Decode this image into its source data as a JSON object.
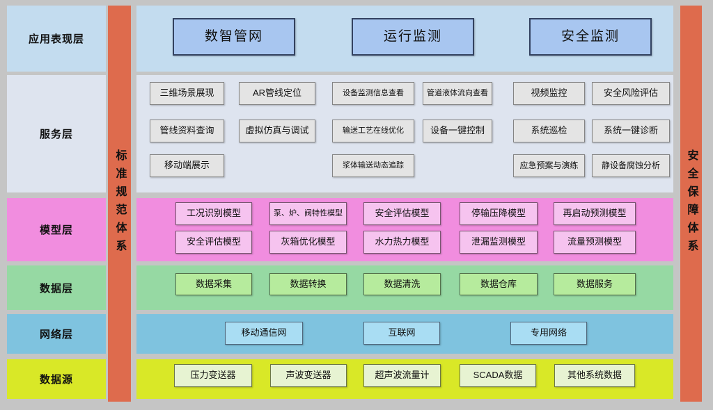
{
  "left_column": {
    "items": [
      {
        "label": "应用表现层"
      },
      {
        "label": "服务层"
      },
      {
        "label": "模型层"
      },
      {
        "label": "数据层"
      },
      {
        "label": "网络层"
      },
      {
        "label": "数据源"
      }
    ]
  },
  "frameworks": {
    "left": "标准规范体系",
    "right": "安全保障体系"
  },
  "app_layer": {
    "buttons": [
      {
        "label": "数智管网"
      },
      {
        "label": "运行监测"
      },
      {
        "label": "安全监测"
      }
    ]
  },
  "service_layer": {
    "buttons": [
      {
        "label": "三维场景展现"
      },
      {
        "label": "AR管线定位"
      },
      {
        "label": "设备监测信息查看"
      },
      {
        "label": "管道液体流向查看"
      },
      {
        "label": "视频监控"
      },
      {
        "label": "安全风险评估"
      },
      {
        "label": "管线资料查询"
      },
      {
        "label": "虚拟仿真与调试"
      },
      {
        "label": "输送工艺在线优化"
      },
      {
        "label": "设备一键控制"
      },
      {
        "label": "系统巡检"
      },
      {
        "label": "系统一键诊断"
      },
      {
        "label": "移动端展示"
      },
      {
        "label": "浆体输送动态追踪"
      },
      {
        "label": "应急预案与演练"
      },
      {
        "label": "静设备腐蚀分析"
      }
    ]
  },
  "model_layer": {
    "buttons": [
      {
        "label": "工况识别模型"
      },
      {
        "label": "泵、炉、阀特性模型"
      },
      {
        "label": "安全评估模型"
      },
      {
        "label": "停输压降模型"
      },
      {
        "label": "再启动预测模型"
      },
      {
        "label": "安全评估模型"
      },
      {
        "label": "灰箱优化模型"
      },
      {
        "label": "水力热力模型"
      },
      {
        "label": "泄漏监测模型"
      },
      {
        "label": "流量预测模型"
      }
    ]
  },
  "data_layer": {
    "buttons": [
      {
        "label": "数据采集"
      },
      {
        "label": "数据转换"
      },
      {
        "label": "数据清洗"
      },
      {
        "label": "数据仓库"
      },
      {
        "label": "数据服务"
      }
    ]
  },
  "network_layer": {
    "buttons": [
      {
        "label": "移动通信网"
      },
      {
        "label": "互联网"
      },
      {
        "label": "专用网络"
      }
    ]
  },
  "source_layer": {
    "buttons": [
      {
        "label": "压力变送器"
      },
      {
        "label": "声波变送器"
      },
      {
        "label": "超声波流量计"
      },
      {
        "label": "SCADA数据"
      },
      {
        "label": "其他系统数据"
      }
    ]
  },
  "colors": {
    "background": "#c5c5c5",
    "framework_bar": "#de6b4d",
    "band_app": "#c3dcef",
    "band_service": "#dee4ef",
    "band_model": "#f18ddf",
    "band_data": "#96d9a3",
    "band_network": "#7fc3df",
    "band_source": "#d9e827",
    "button_app": "#a8c6f0",
    "button_service": "#e4e4e4",
    "button_model": "#f6c3ef",
    "button_data": "#b6eb9d",
    "button_network": "#a9ddf3",
    "button_source": "#e7f3d2"
  }
}
